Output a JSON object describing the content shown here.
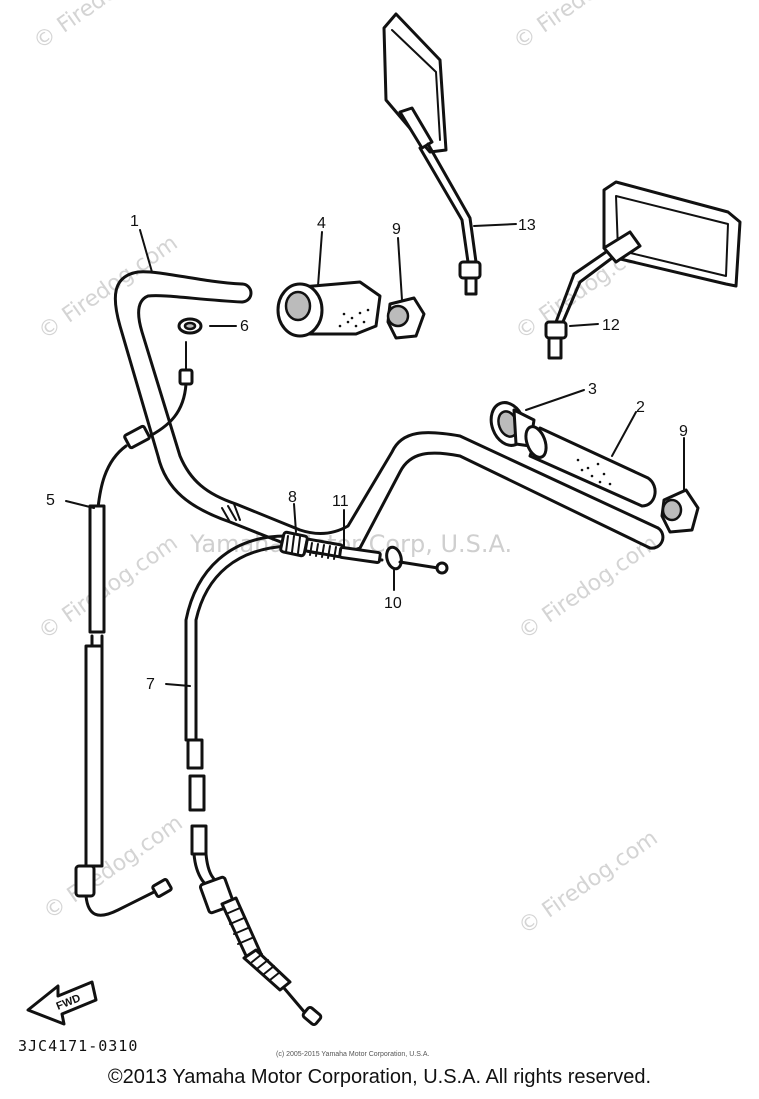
{
  "watermark_text": "© Firedog.com",
  "center_watermark": "Yamaha Motor Corp, U.S.A.",
  "callouts": {
    "c1": "1",
    "c2": "2",
    "c3": "3",
    "c4": "4",
    "c5": "5",
    "c6": "6",
    "c7": "7",
    "c8": "8",
    "c9a": "9",
    "c9b": "9",
    "c10": "10",
    "c11": "11",
    "c12": "12",
    "c13": "13"
  },
  "fwd_label": "FWD",
  "part_code": "3JC4171-0310",
  "small_copyright": "(c) 2005-2015 Yamaha Motor Corporation, U.S.A.",
  "footer_copyright": "©2013 Yamaha Motor Corporation, U.S.A. All rights reserved."
}
